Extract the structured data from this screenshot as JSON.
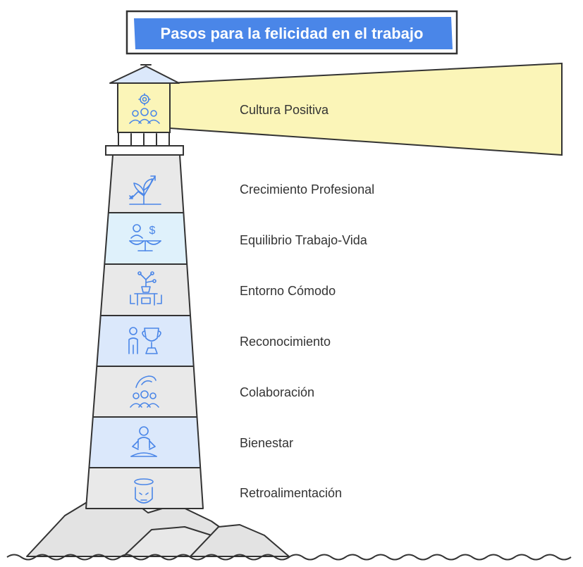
{
  "title": "Pasos para la felicidad en el trabajo",
  "colors": {
    "title_bg": "#4a86e8",
    "beam": "#fbf5b8",
    "lantern": "#fbf5b8",
    "band_gray": "#e9e9e9",
    "band_light_blue": "#dff1fb",
    "band_blue": "#dbe8fb",
    "icon": "#4a86e8",
    "rock": "#e3e3e3",
    "outline": "#333333"
  },
  "steps": [
    {
      "label": "Cultura Positiva",
      "icon": "people-gear-icon"
    },
    {
      "label": "Crecimiento Profesional",
      "icon": "growth-plant-icon"
    },
    {
      "label": "Equilibrio Trabajo-Vida",
      "icon": "balance-scale-icon"
    },
    {
      "label": "Entorno Cómodo",
      "icon": "workspace-desk-icon"
    },
    {
      "label": "Reconocimiento",
      "icon": "person-trophy-icon"
    },
    {
      "label": "Colaboración",
      "icon": "team-hands-icon"
    },
    {
      "label": "Bienestar",
      "icon": "meditation-icon"
    },
    {
      "label": "Retroalimentación",
      "icon": "feedback-head-icon"
    }
  ]
}
